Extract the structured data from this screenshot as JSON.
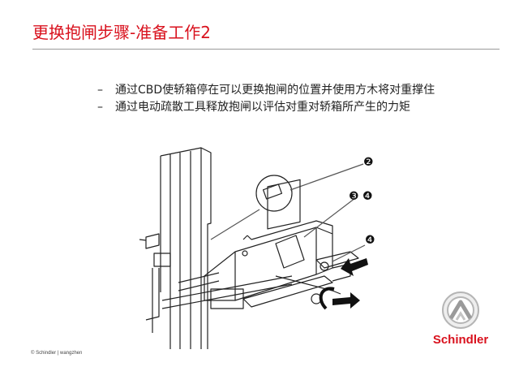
{
  "slide": {
    "title": "更换抱闸步骤-准备工作2",
    "bullets": [
      "通过CBD使轿箱停在可以更换抱闸的位置并使用方木将对重撑住",
      "通过电动疏散工具释放抱闸以评估对重对轿箱所产生的力矩"
    ],
    "bullet_marker": "–",
    "callouts": [
      "❷",
      "❸ ❹",
      "❹"
    ],
    "footer": "© Schindler | wangzhen",
    "logo_text": "Schindler",
    "colors": {
      "title": "#d9121e",
      "brand": "#d9121e",
      "rule": "#9a9a9a"
    }
  }
}
